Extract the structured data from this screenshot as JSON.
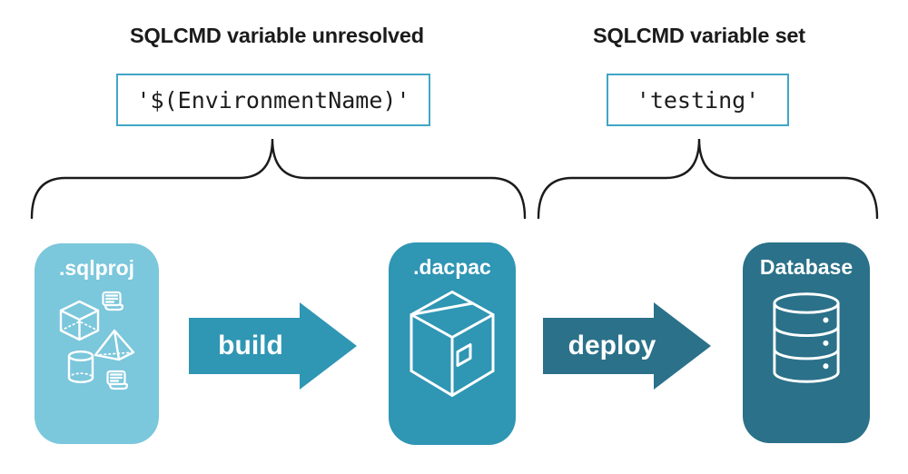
{
  "colors": {
    "stage_light": "#7BC7DC",
    "stage_mid": "#2F96B4",
    "stage_dark": "#2A7189",
    "code_border": "#41A6C6",
    "text": "#1B1B1B"
  },
  "annotations": {
    "unresolved": {
      "heading": "SQLCMD variable unresolved",
      "code": "'$(EnvironmentName)'"
    },
    "set": {
      "heading": "SQLCMD variable set",
      "code": "'testing'"
    }
  },
  "pipeline": {
    "stages": [
      {
        "id": "sqlproj",
        "label": ".sqlproj",
        "icon": "sql-schema-objects-icon"
      },
      {
        "id": "dacpac",
        "label": ".dacpac",
        "icon": "package-box-icon"
      },
      {
        "id": "database",
        "label": "Database",
        "icon": "database-cylinder-icon"
      }
    ],
    "arrows": [
      {
        "id": "build",
        "label": "build"
      },
      {
        "id": "deploy",
        "label": "deploy"
      }
    ]
  }
}
